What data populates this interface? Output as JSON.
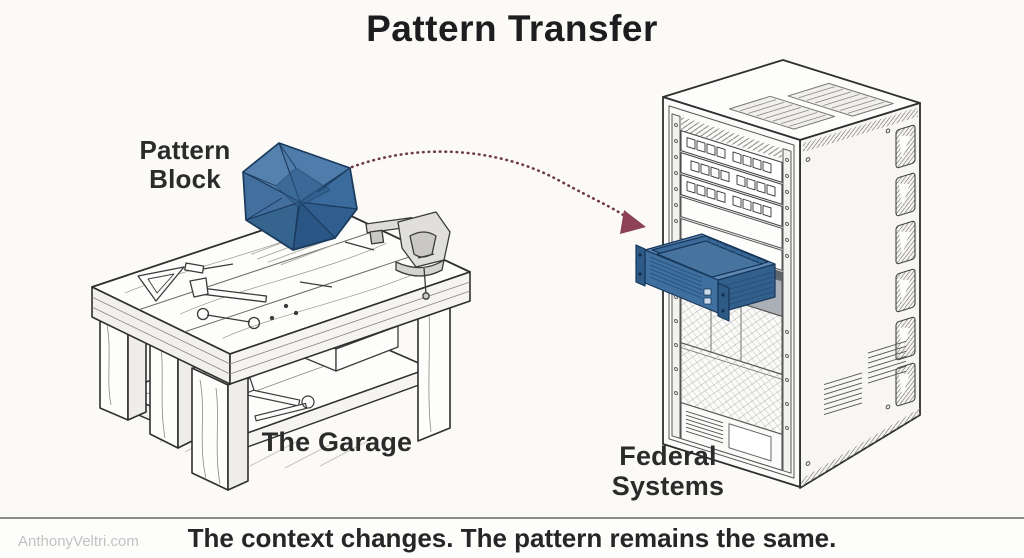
{
  "title": "Pattern Transfer",
  "labels": {
    "pattern_block": {
      "line1": "Pattern",
      "line2": "Block"
    },
    "garage": "The Garage",
    "federal": {
      "line1": "Federal",
      "line2": "Systems"
    }
  },
  "caption": "The context changes. The pattern remains the same.",
  "watermark": "AnthonyVeltri.com",
  "illustrations": {
    "left_scene": "wooden workbench with vise and hand tools (line art)",
    "left_object": "blue faceted pattern block resting on workbench",
    "right_scene": "server rack cabinet with patch panels and vents (line art)",
    "right_object": "blue 2U rack drawer pulled out of cabinet",
    "connector": "dotted arc arrow from pattern block to rack drawer"
  },
  "colors": {
    "background": "#fbfaf7",
    "line_art": "#2f2f2f",
    "pattern_block_blue": "#3f6f9f",
    "drawer_blue": "#3f6f9f",
    "drawer_rim_blue": "#5d88b3",
    "arrow_maroon": "#8d4156",
    "divider_gray": "#8b8b8b",
    "text_dark": "#1d1d1f",
    "watermark_gray": "#c2c2c2"
  }
}
